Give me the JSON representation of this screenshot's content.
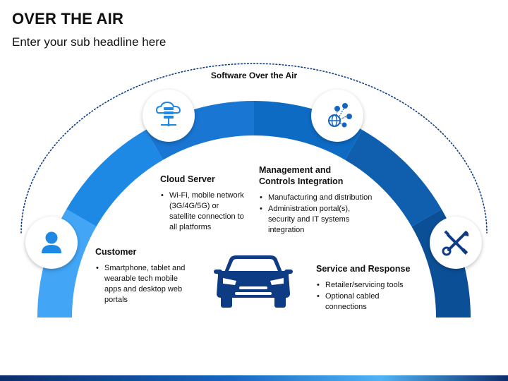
{
  "header": {
    "title": "OVER THE AIR",
    "subtitle": "Enter your sub headline here"
  },
  "arc": {
    "label": "Software Over the Air",
    "segment_colors": [
      "#42a5f5",
      "#1e88e5",
      "#1976d2",
      "#0d6bc4",
      "#0f5fae",
      "#0b4f96"
    ]
  },
  "customer": {
    "title": "Customer",
    "bullets": [
      "Smartphone, tablet and wearable tech mobile apps and desktop web portals"
    ],
    "icon": "user-icon"
  },
  "cloud": {
    "title": "Cloud Server",
    "bullets": [
      "Wi-Fi, mobile network (3G/4G/5G) or satellite connection to all platforms"
    ],
    "icon": "cloud-server-icon"
  },
  "management": {
    "title_line1": "Management and",
    "title_line2": "Controls Integration",
    "bullets": [
      "Manufacturing and distribution",
      "Administration portal(s), security and IT systems integration"
    ],
    "icon": "globe-network-icon"
  },
  "service": {
    "title": "Service and Response",
    "bullets": [
      "Retailer/servicing tools",
      "Optional cabled connections"
    ],
    "icon": "tools-icon"
  },
  "center": {
    "icon": "car-icon",
    "color": "#0d3b84"
  }
}
